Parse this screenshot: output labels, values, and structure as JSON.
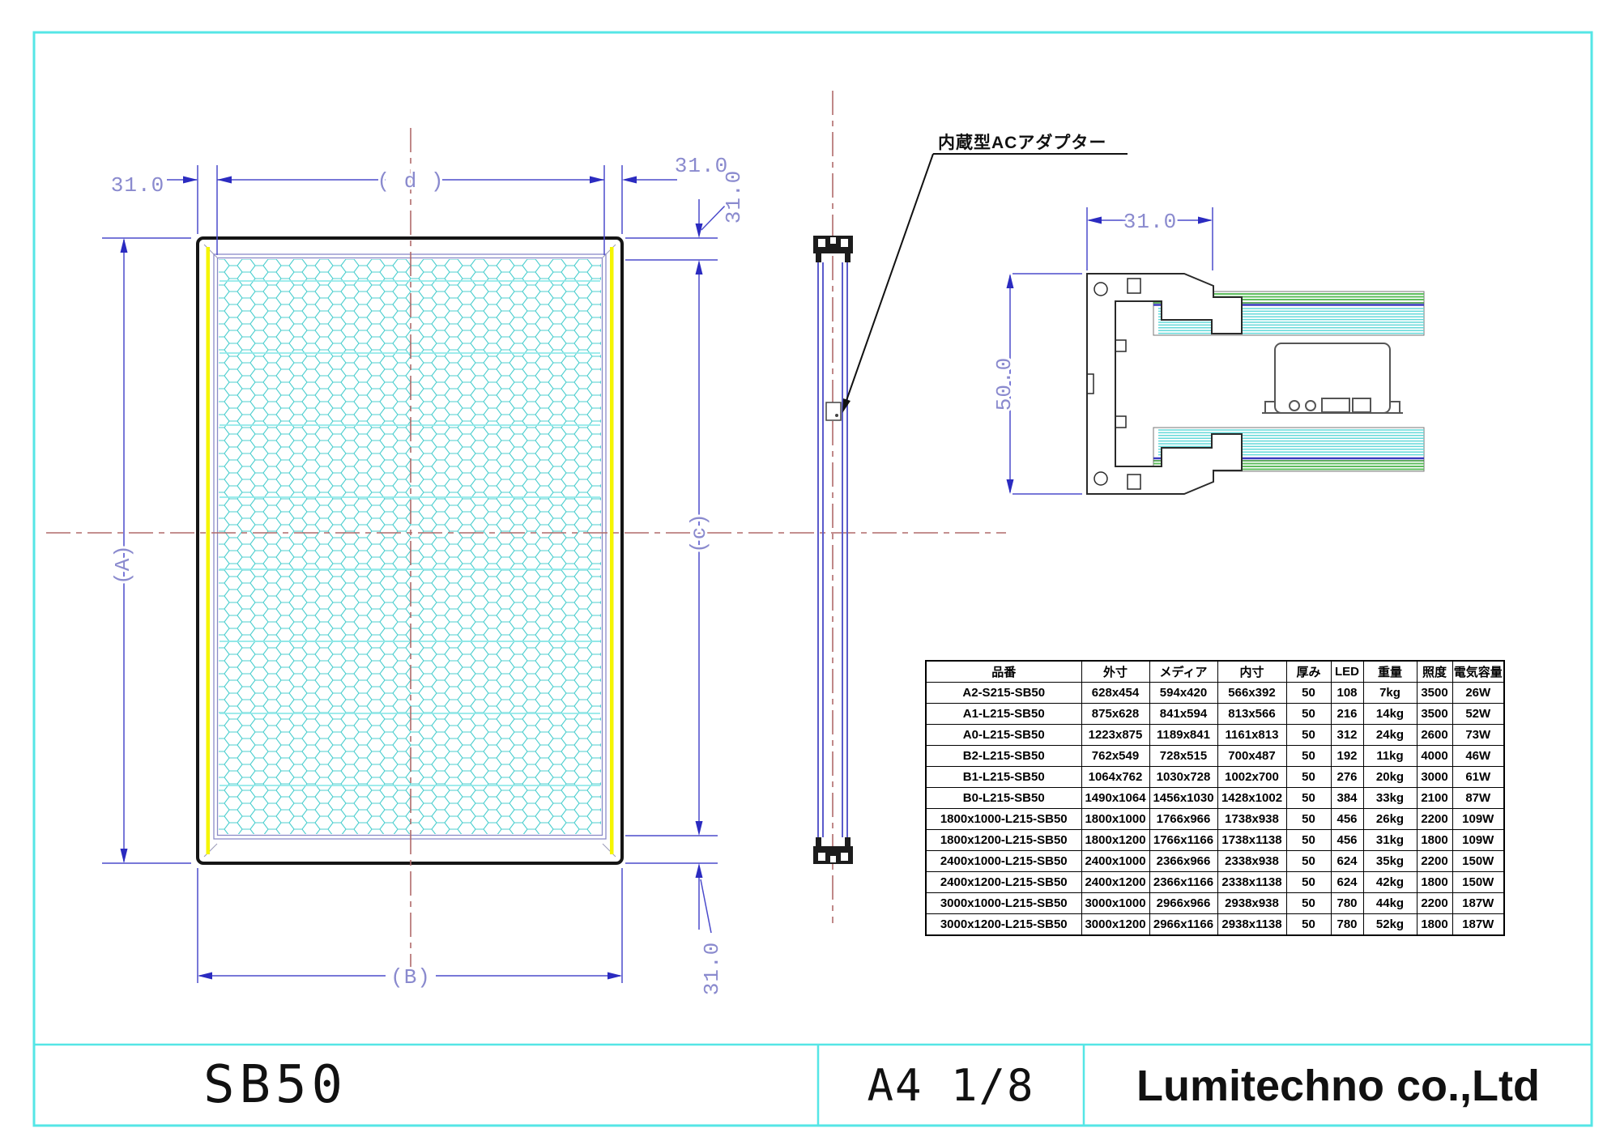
{
  "title_block": {
    "model": "SB50",
    "sheet": "A4 1/8",
    "company": "Lumitechno co.,Ltd"
  },
  "callout": {
    "label": "内蔵型ACアダプター"
  },
  "dims": {
    "margin_top_left": "31.0",
    "inner_width": "( d )",
    "margin_top_right": "31.0",
    "margin_right_rotated": "31.0",
    "overall_height": "(A)",
    "inner_height": "(c)",
    "overall_width": "(B)",
    "margin_bottom_rotated": "31.0",
    "section_width": "31.0",
    "section_height": "50.0"
  },
  "spec_table": {
    "headers": [
      "品番",
      "外寸",
      "メディア",
      "内寸",
      "厚み",
      "LED",
      "重量",
      "照度",
      "電気容量"
    ],
    "rows": [
      [
        "A2-S215-SB50",
        "628x454",
        "594x420",
        "566x392",
        "50",
        "108",
        "7kg",
        "3500",
        "26W"
      ],
      [
        "A1-L215-SB50",
        "875x628",
        "841x594",
        "813x566",
        "50",
        "216",
        "14kg",
        "3500",
        "52W"
      ],
      [
        "A0-L215-SB50",
        "1223x875",
        "1189x841",
        "1161x813",
        "50",
        "312",
        "24kg",
        "2600",
        "73W"
      ],
      [
        "B2-L215-SB50",
        "762x549",
        "728x515",
        "700x487",
        "50",
        "192",
        "11kg",
        "4000",
        "46W"
      ],
      [
        "B1-L215-SB50",
        "1064x762",
        "1030x728",
        "1002x700",
        "50",
        "276",
        "20kg",
        "3000",
        "61W"
      ],
      [
        "B0-L215-SB50",
        "1490x1064",
        "1456x1030",
        "1428x1002",
        "50",
        "384",
        "33kg",
        "2100",
        "87W"
      ],
      [
        "1800x1000-L215-SB50",
        "1800x1000",
        "1766x966",
        "1738x938",
        "50",
        "456",
        "26kg",
        "2200",
        "109W"
      ],
      [
        "1800x1200-L215-SB50",
        "1800x1200",
        "1766x1166",
        "1738x1138",
        "50",
        "456",
        "31kg",
        "1800",
        "109W"
      ],
      [
        "2400x1000-L215-SB50",
        "2400x1000",
        "2366x966",
        "2338x938",
        "50",
        "624",
        "35kg",
        "2200",
        "150W"
      ],
      [
        "2400x1200-L215-SB50",
        "2400x1200",
        "2366x1166",
        "2338x1138",
        "50",
        "624",
        "42kg",
        "1800",
        "150W"
      ],
      [
        "3000x1000-L215-SB50",
        "3000x1000",
        "2966x966",
        "2938x938",
        "50",
        "780",
        "44kg",
        "2200",
        "187W"
      ],
      [
        "3000x1200-L215-SB50",
        "3000x1200",
        "2966x1166",
        "2938x1138",
        "50",
        "780",
        "52kg",
        "1800",
        "187W"
      ]
    ]
  },
  "colors": {
    "border_cyan": "#55E6E6",
    "dimension_blue": "#4B4BCB",
    "dimension_text": "#8A8ACE",
    "centerline_red": "#B06A6A",
    "honeycomb_cyan": "#4ECFCF",
    "highlight_yellow": "#F5F500"
  }
}
